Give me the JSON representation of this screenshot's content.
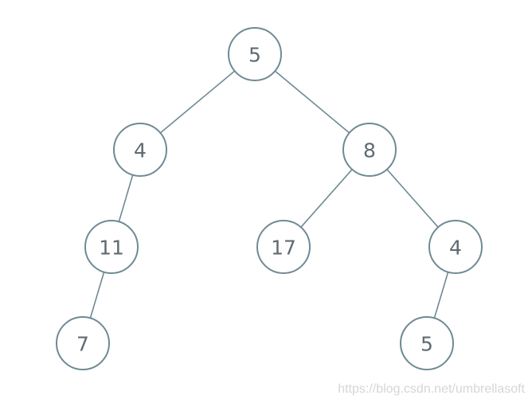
{
  "tree": {
    "nodes": [
      {
        "id": "root",
        "label": "5"
      },
      {
        "id": "l",
        "label": "4"
      },
      {
        "id": "r",
        "label": "8"
      },
      {
        "id": "ll",
        "label": "11"
      },
      {
        "id": "rl",
        "label": "17"
      },
      {
        "id": "rr",
        "label": "4"
      },
      {
        "id": "lll",
        "label": "7"
      },
      {
        "id": "rrl",
        "label": "5"
      }
    ],
    "edges": [
      [
        "root",
        "l"
      ],
      [
        "root",
        "r"
      ],
      [
        "l",
        "ll"
      ],
      [
        "ll",
        "lll"
      ],
      [
        "r",
        "rl"
      ],
      [
        "r",
        "rr"
      ],
      [
        "rr",
        "rrl"
      ]
    ]
  },
  "watermark": "https://blog.csdn.net/umbrellasoft",
  "colors": {
    "stroke": "#6f8a94",
    "text": "#5f6b70",
    "watermark": "#d6d6d6"
  }
}
